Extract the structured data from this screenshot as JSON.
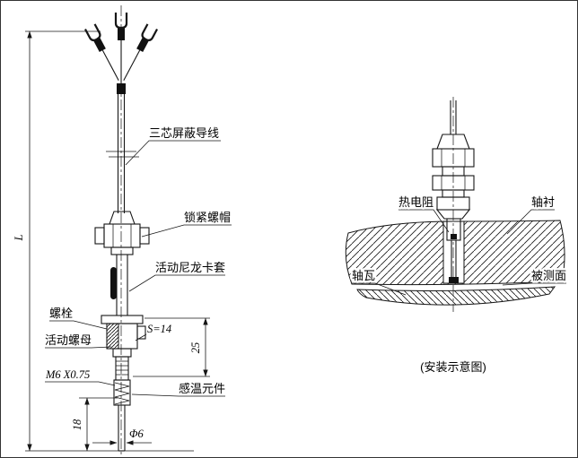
{
  "drawing": {
    "left": {
      "callouts": {
        "shielded_wire": "三芯屏蔽导线",
        "lock_nut": "锁紧螺帽",
        "nylon_ferrule": "活动尼龙卡套",
        "bolt": "螺栓",
        "movable_nut": "活动螺母",
        "sensing_element": "感温元件"
      },
      "dims": {
        "overall_length": "L",
        "wrench_size": "S=14",
        "segment_25": "25",
        "thread_spec": "M6 X0.75",
        "segment_18": "18",
        "tip_diameter": "Φ6"
      }
    },
    "right": {
      "callouts": {
        "rtd": "热电阻",
        "bushing": "轴衬",
        "bearing_shell": "轴瓦",
        "measured_surface": "被测面"
      },
      "caption": "(安装示意图)"
    }
  }
}
